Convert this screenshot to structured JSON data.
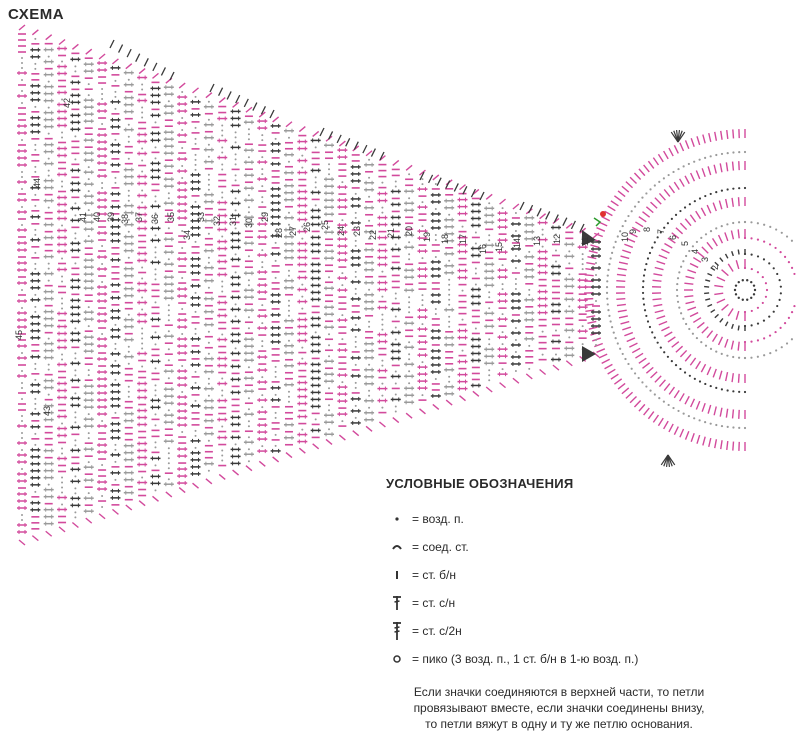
{
  "title": "СХЕМА",
  "diagram": {
    "row_labels": [
      {
        "id": "r2",
        "text": "2"
      },
      {
        "id": "r3",
        "text": "3"
      },
      {
        "id": "r4",
        "text": "4"
      },
      {
        "id": "r5",
        "text": "5"
      },
      {
        "id": "r6",
        "text": "6"
      },
      {
        "id": "r7",
        "text": "7"
      },
      {
        "id": "r8",
        "text": "8"
      },
      {
        "id": "r9",
        "text": "9"
      },
      {
        "id": "r10",
        "text": "10"
      },
      {
        "id": "r11",
        "text": "11"
      },
      {
        "id": "r12",
        "text": "12"
      },
      {
        "id": "r13",
        "text": "13"
      },
      {
        "id": "r14",
        "text": "14"
      },
      {
        "id": "r15",
        "text": "15"
      },
      {
        "id": "r16",
        "text": "16"
      },
      {
        "id": "r17",
        "text": "17"
      },
      {
        "id": "r18",
        "text": "18"
      },
      {
        "id": "r19",
        "text": "19"
      },
      {
        "id": "r20",
        "text": "20"
      },
      {
        "id": "r21",
        "text": "21"
      },
      {
        "id": "r22",
        "text": "22"
      },
      {
        "id": "r23",
        "text": "23"
      },
      {
        "id": "r24",
        "text": "24"
      },
      {
        "id": "r25",
        "text": "25"
      },
      {
        "id": "r26",
        "text": "26"
      },
      {
        "id": "r27",
        "text": "27"
      },
      {
        "id": "r28",
        "text": "28"
      },
      {
        "id": "r29",
        "text": "29"
      },
      {
        "id": "r30",
        "text": "30"
      },
      {
        "id": "r31",
        "text": "31"
      },
      {
        "id": "r32",
        "text": "32"
      },
      {
        "id": "r33",
        "text": "33"
      },
      {
        "id": "r34",
        "text": "34"
      },
      {
        "id": "r35",
        "text": "35"
      },
      {
        "id": "r36",
        "text": "36"
      },
      {
        "id": "r37",
        "text": "37"
      },
      {
        "id": "r38",
        "text": "38"
      },
      {
        "id": "r39",
        "text": "39"
      },
      {
        "id": "r40",
        "text": "40"
      },
      {
        "id": "r41",
        "text": "41"
      },
      {
        "id": "r42",
        "text": "42"
      },
      {
        "id": "r43",
        "text": "43"
      },
      {
        "id": "r44",
        "text": "44"
      },
      {
        "id": "r45",
        "text": "45"
      }
    ],
    "colors": {
      "pink": "#d24a9c",
      "dark": "#3a3a3a",
      "light": "#9a9a9a"
    }
  },
  "legend": {
    "title": "УСЛОВНЫЕ ОБОЗНАЧЕНИЯ",
    "items": [
      {
        "symbol": "chain-stitch-icon",
        "text": "= возд. п."
      },
      {
        "symbol": "slip-stitch-icon",
        "text": "= соед. ст."
      },
      {
        "symbol": "single-crochet-icon",
        "text": "= ст. б/н"
      },
      {
        "symbol": "double-crochet-icon",
        "text": "= ст. с/н"
      },
      {
        "symbol": "treble-crochet-icon",
        "text": "= ст. с/2н"
      },
      {
        "symbol": "picot-icon",
        "text": "= пико (3 возд. п., 1 ст. б/н в 1-ю возд. п.)"
      }
    ]
  },
  "note": {
    "lines": [
      "Если значки соединяются в верхней части, то петли",
      "провязывают вместе, если значки соединены внизу,",
      "то петли вяжут в одну и ту же петлю основания."
    ]
  }
}
